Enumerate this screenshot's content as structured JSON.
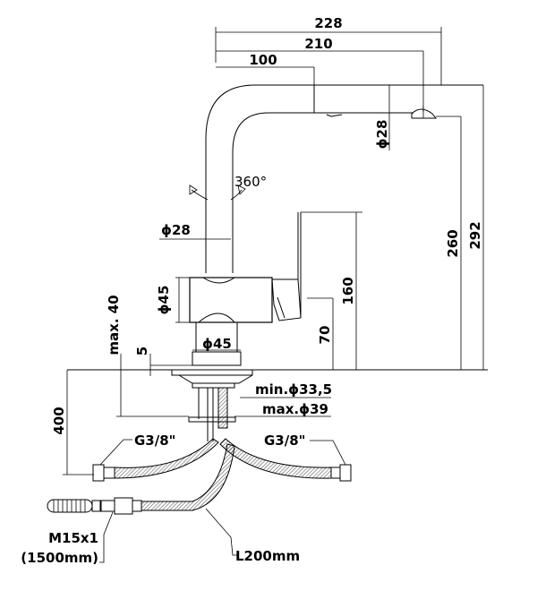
{
  "drawing": {
    "title": "Single lever kitchen mixer with pull-out spray – technical drawing",
    "dimensions": {
      "overall_reach": "228",
      "spout_reach": "210",
      "swivel_offset": "100",
      "spout_diameter": "ϕ28",
      "rotation": "360°",
      "column_diameter": "ϕ28",
      "body_diameter": "ϕ45",
      "base_diameter": "ϕ45",
      "overall_height": "292",
      "spout_height": "260",
      "lever_height": "160",
      "lever_base_height": "70",
      "max_deck_thickness": "max. 40",
      "base_gap": "5",
      "min_hole": "min.ϕ33,5",
      "max_hole": "max.ϕ39",
      "hose_drop": "400",
      "left_connection": "G3/8\"",
      "right_connection": "G3/8\"",
      "spray_thread": "M15x1",
      "spray_hose_length": "(1500mm)",
      "supply_hose_length": "L200mm"
    }
  }
}
